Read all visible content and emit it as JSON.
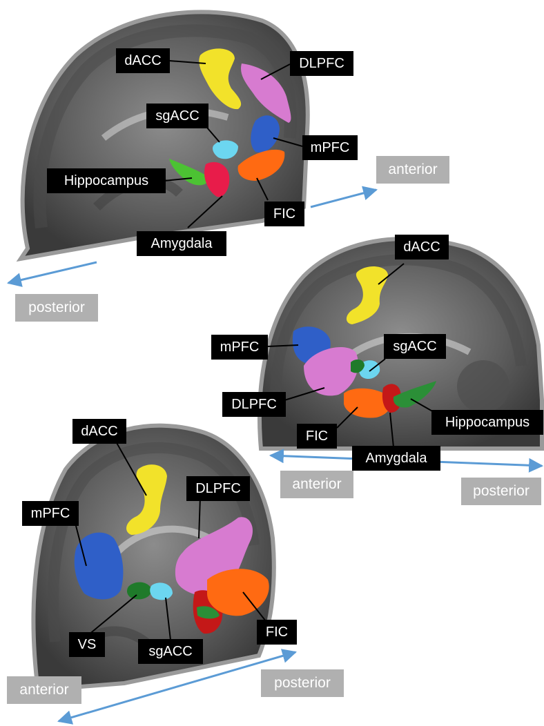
{
  "panel_top": {
    "labels": {
      "dacc": "dACC",
      "dlpfc": "DLPFC",
      "sgacc": "sgACC",
      "mpfc": "mPFC",
      "hippocampus": "Hippocampus",
      "fic": "FIC",
      "amygdala": "Amygdala"
    },
    "directions": {
      "anterior": "anterior",
      "posterior": "posterior"
    }
  },
  "panel_middle": {
    "labels": {
      "dacc": "dACC",
      "mpfc": "mPFC",
      "sgacc": "sgACC",
      "dlpfc": "DLPFC",
      "fic": "FIC",
      "hippocampus": "Hippocampus",
      "amygdala": "Amygdala"
    },
    "directions": {
      "anterior": "anterior",
      "posterior": "posterior"
    }
  },
  "panel_bottom": {
    "labels": {
      "dacc": "dACC",
      "mpfc": "mPFC",
      "dlpfc": "DLPFC",
      "vs": "VS",
      "sgacc": "sgACC",
      "fic": "FIC"
    },
    "directions": {
      "anterior": "anterior",
      "posterior": "posterior"
    }
  },
  "colors": {
    "dacc": "#f2e22a",
    "dlpfc": "#d77bd0",
    "sgacc": "#6cd6f0",
    "mpfc": "#2f5fc8",
    "hippocampus": "#4cc233",
    "fic": "#ff6a12",
    "amygdala": "#e81c4a",
    "vs": "#1f7a2a",
    "arrow": "#5b9bd5",
    "label_bg": "#000000",
    "direction_bg": "#b0b0b0"
  }
}
